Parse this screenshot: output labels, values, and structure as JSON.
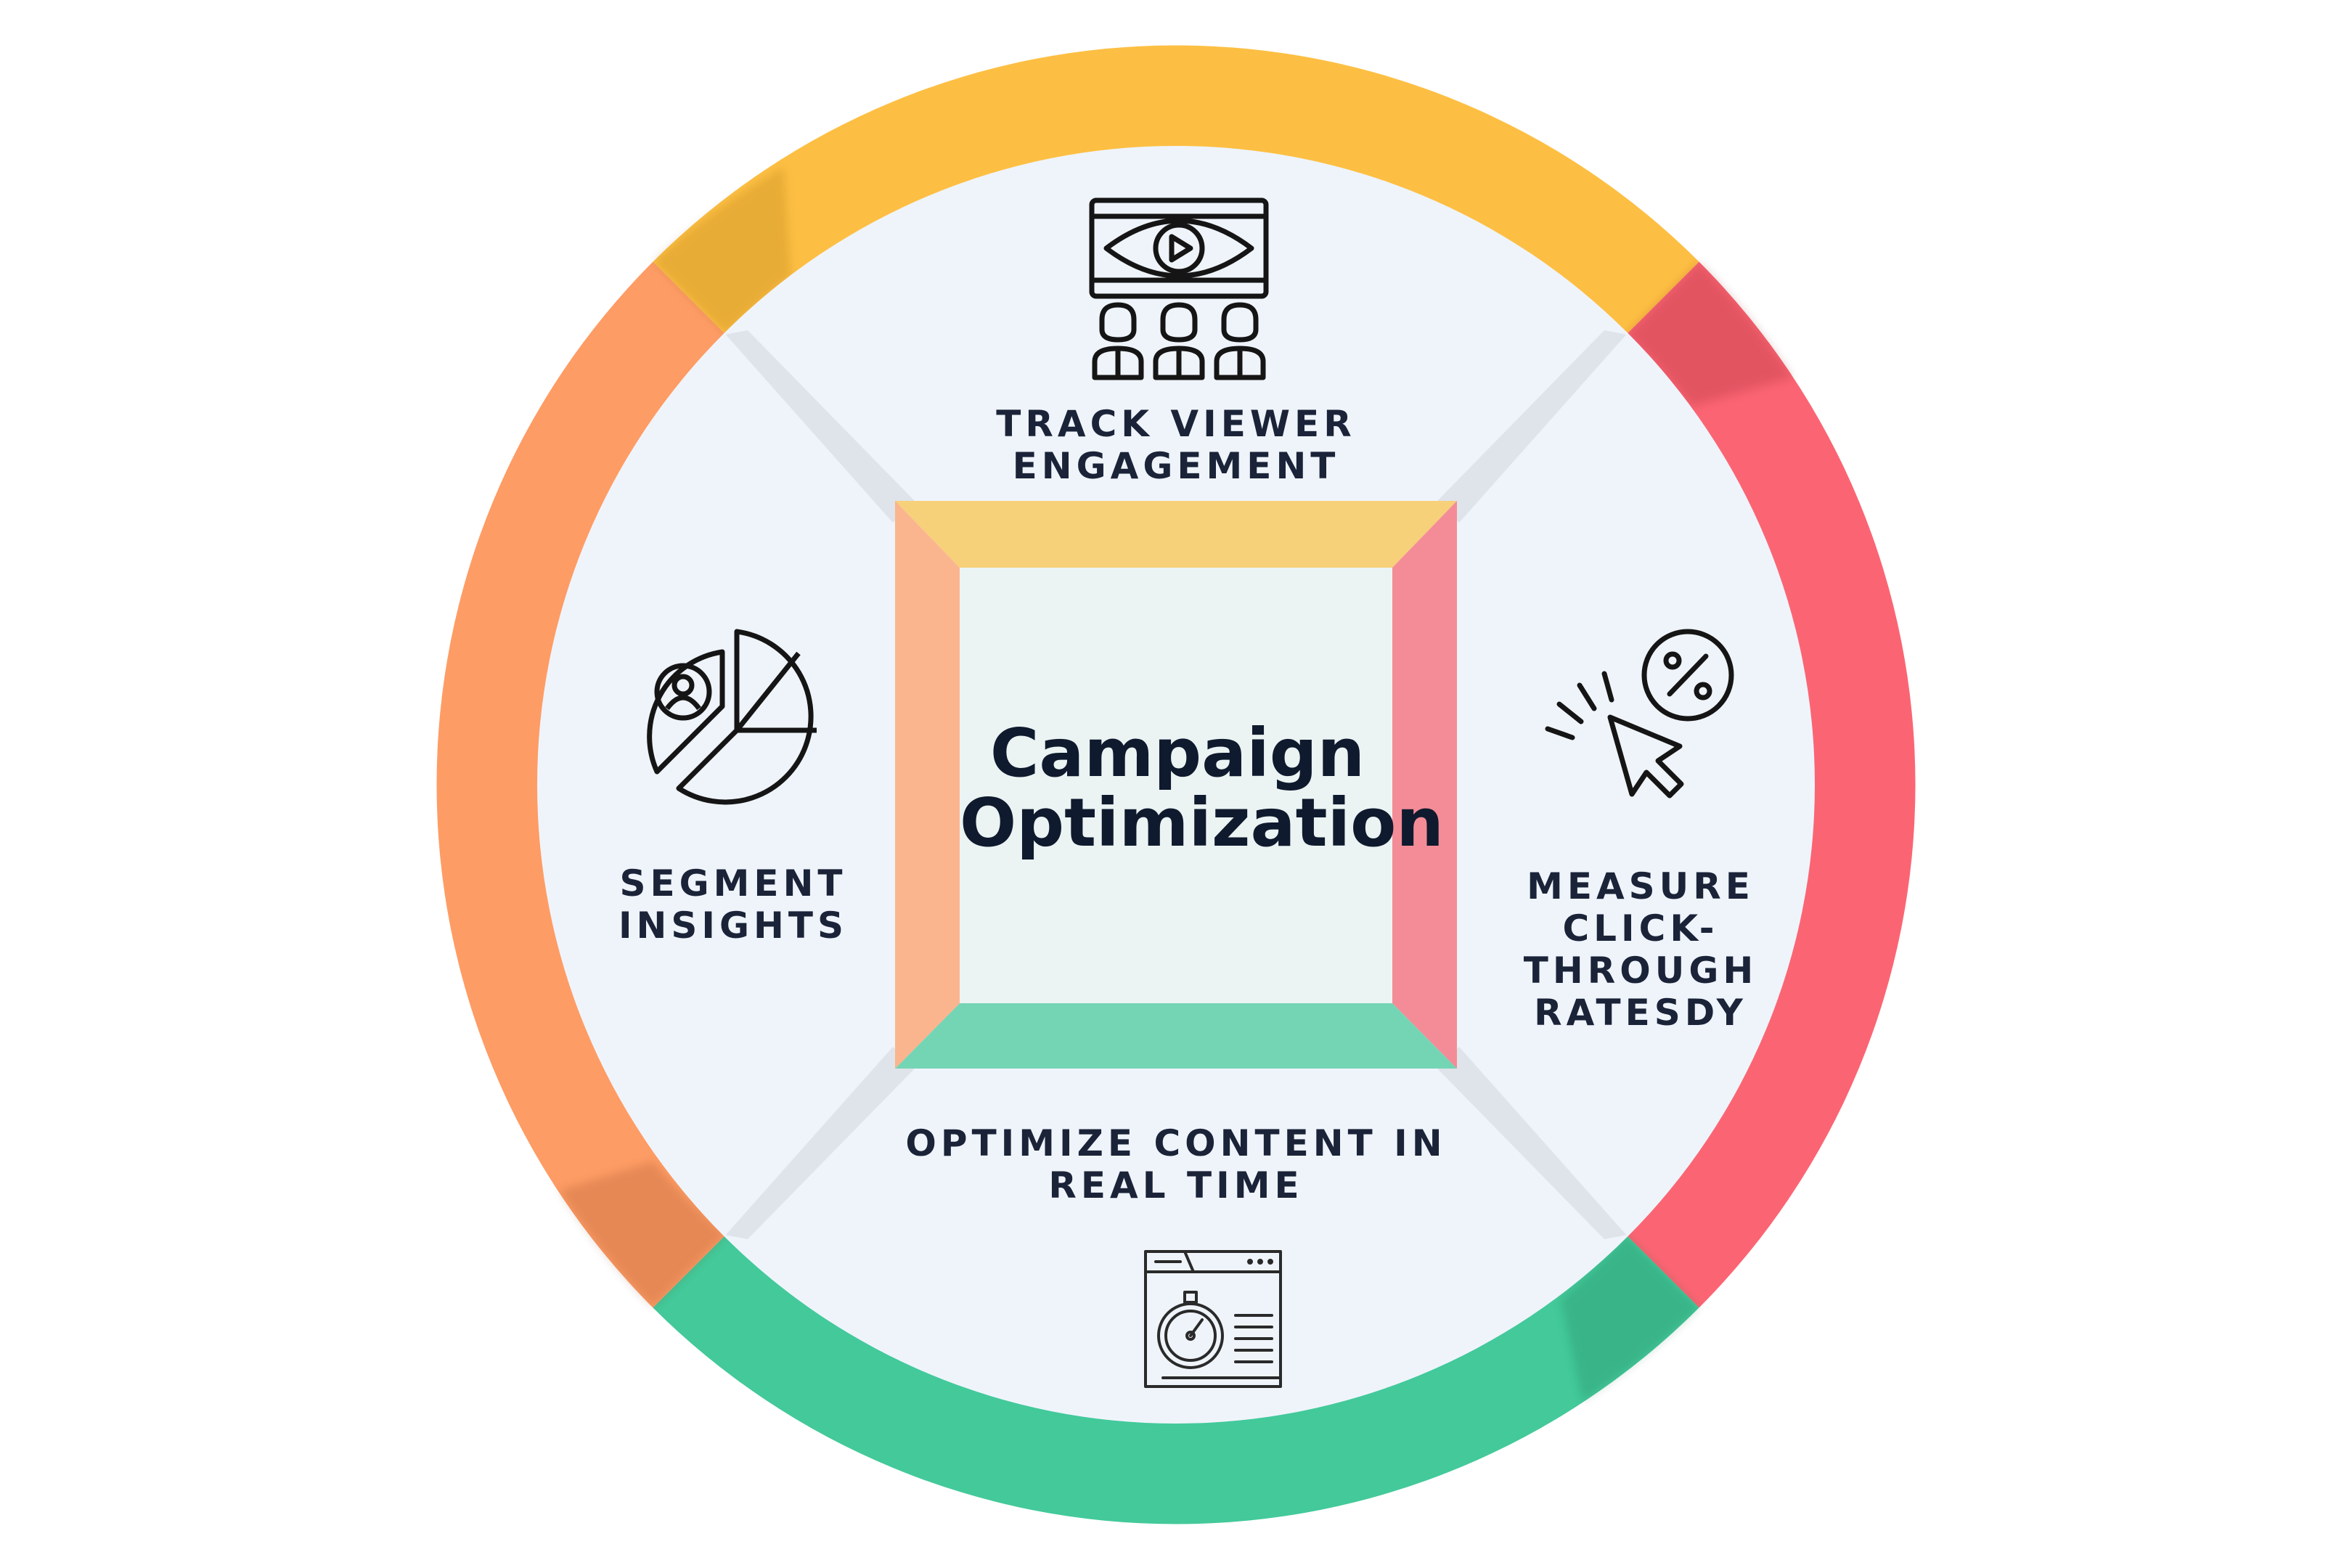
{
  "center": {
    "title_line1": "Campaign",
    "title_line2": "Optimization"
  },
  "segments": {
    "top": {
      "line1": "TRACK VIEWER",
      "line2": "ENGAGEMENT",
      "icon": "video-audience-eye-icon",
      "color": "#fdbf43"
    },
    "right": {
      "line1": "MEASURE",
      "line2": "CLICK-",
      "line3": "THROUGH",
      "line4": "RATESDY",
      "icon": "click-percent-icon",
      "color": "#fb6573"
    },
    "bottom": {
      "line1": "OPTIMIZE CONTENT IN",
      "line2": "REAL TIME",
      "icon": "stopwatch-browser-icon",
      "color": "#43c99a"
    },
    "left": {
      "line1": "SEGMENT",
      "line2": "INSIGHTS",
      "icon": "segment-pie-chart-icon",
      "color": "#fe9c65"
    }
  },
  "colors": {
    "inner_fill": "#eff4fb",
    "center_fill": "#ebf4f3",
    "text": "#1a2338"
  }
}
